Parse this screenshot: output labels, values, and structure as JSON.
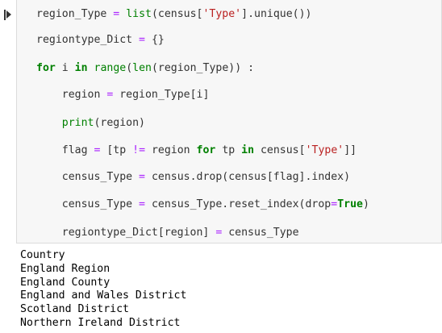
{
  "cell": {
    "lines": [
      [
        [
          "region_Type ",
          ""
        ],
        [
          "=",
          "op"
        ],
        [
          " ",
          ""
        ],
        [
          "list",
          "bi"
        ],
        [
          "(census[",
          ""
        ],
        [
          "'Type'",
          "str"
        ],
        [
          "].unique())",
          ""
        ]
      ],
      [
        [
          "regiontype_Dict ",
          ""
        ],
        [
          "=",
          "op"
        ],
        [
          " {}",
          ""
        ]
      ],
      [
        [
          "for",
          "kw"
        ],
        [
          " i ",
          ""
        ],
        [
          "in",
          "kw"
        ],
        [
          " ",
          ""
        ],
        [
          "range",
          "bi"
        ],
        [
          "(",
          ""
        ],
        [
          "len",
          "bi"
        ],
        [
          "(region_Type)) :",
          ""
        ]
      ],
      [
        [
          "    region ",
          ""
        ],
        [
          "=",
          "op"
        ],
        [
          " region_Type[i]",
          ""
        ]
      ],
      [
        [
          "    ",
          ""
        ],
        [
          "print",
          "bi"
        ],
        [
          "(region)",
          ""
        ]
      ],
      [
        [
          "    flag ",
          ""
        ],
        [
          "=",
          "op"
        ],
        [
          " [tp ",
          ""
        ],
        [
          "!=",
          "op"
        ],
        [
          " region ",
          ""
        ],
        [
          "for",
          "kw"
        ],
        [
          " tp ",
          ""
        ],
        [
          "in",
          "kw"
        ],
        [
          " census[",
          ""
        ],
        [
          "'Type'",
          "str"
        ],
        [
          "]]",
          ""
        ]
      ],
      [
        [
          "    census_Type ",
          ""
        ],
        [
          "=",
          "op"
        ],
        [
          " census.drop(census[flag].index)",
          ""
        ]
      ],
      [
        [
          "    census_Type ",
          ""
        ],
        [
          "=",
          "op"
        ],
        [
          " census_Type.reset_index(drop",
          ""
        ],
        [
          "=",
          "op"
        ],
        [
          "True",
          "kw"
        ],
        [
          ")",
          ""
        ]
      ],
      [
        [
          "    regiontype_Dict[region] ",
          ""
        ],
        [
          "=",
          "op"
        ],
        [
          " census_Type",
          ""
        ]
      ]
    ]
  },
  "output": {
    "lines": [
      "Country",
      "England Region",
      "England County",
      "England and Wales District",
      "Scotland District",
      "Northern Ireland District"
    ]
  }
}
